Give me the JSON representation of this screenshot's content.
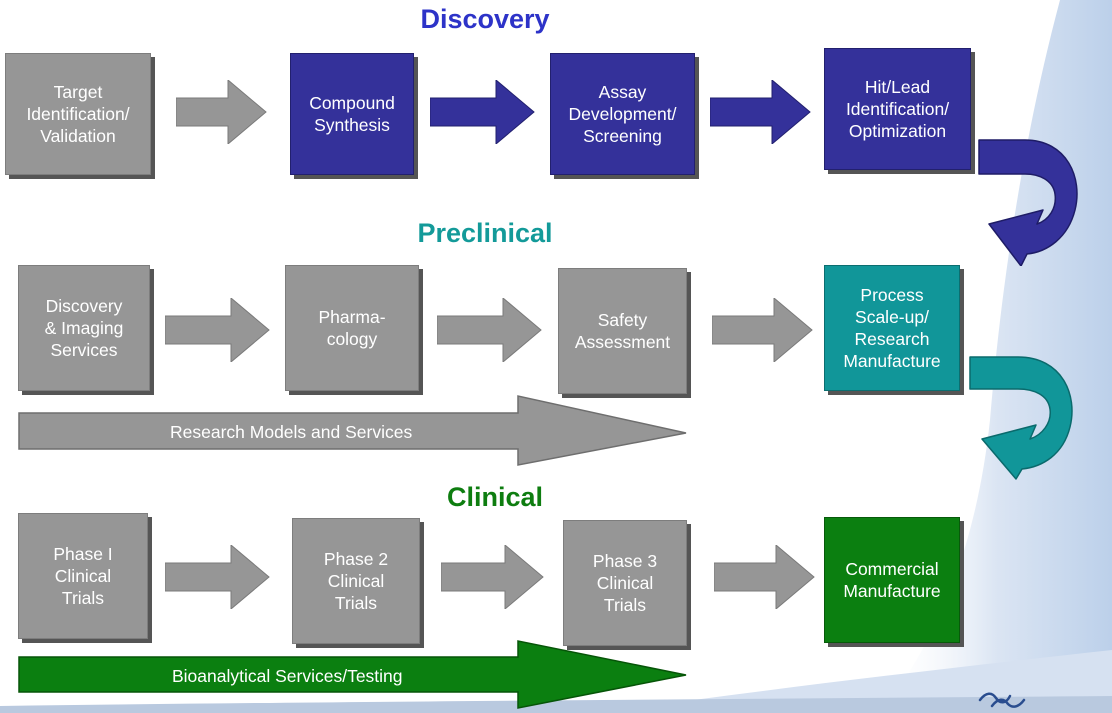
{
  "colors": {
    "gray": "#969696",
    "navy": "#34319a",
    "teal": "#119699",
    "green": "#0b7f10",
    "discovery_title": "#2d33c8",
    "preclinical_title": "#139a99",
    "clinical_title": "#0e7d10",
    "background_wave": "#c9d8ec"
  },
  "sections": {
    "discovery": {
      "title": "Discovery",
      "boxes": [
        {
          "label": "Target\nIdentification/\nValidation",
          "color": "gray"
        },
        {
          "label": "Compound\nSynthesis",
          "color": "navy"
        },
        {
          "label": "Assay\nDevelopment/\nScreening",
          "color": "navy"
        },
        {
          "label": "Hit/Lead\nIdentification/\nOptimization",
          "color": "navy"
        }
      ]
    },
    "preclinical": {
      "title": "Preclinical",
      "boxes": [
        {
          "label": "Discovery\n& Imaging\nServices",
          "color": "gray"
        },
        {
          "label": "Pharma-\ncology",
          "color": "gray"
        },
        {
          "label": "Safety\nAssessment",
          "color": "gray"
        },
        {
          "label": "Process\nScale-up/\nResearch\nManufacture",
          "color": "teal"
        }
      ],
      "band": "Research Models and Services"
    },
    "clinical": {
      "title": "Clinical",
      "boxes": [
        {
          "label": "Phase I\nClinical\nTrials",
          "color": "gray"
        },
        {
          "label": "Phase 2\nClinical\nTrials",
          "color": "gray"
        },
        {
          "label": "Phase 3\nClinical\nTrials",
          "color": "gray"
        },
        {
          "label": "Commercial\nManufacture",
          "color": "green"
        }
      ],
      "band": "Bioanalytical Services/Testing"
    }
  },
  "icons": {
    "connector_1": "u-turn-arrow-icon",
    "connector_2": "u-turn-arrow-icon",
    "logo": "wave-logo-icon"
  }
}
